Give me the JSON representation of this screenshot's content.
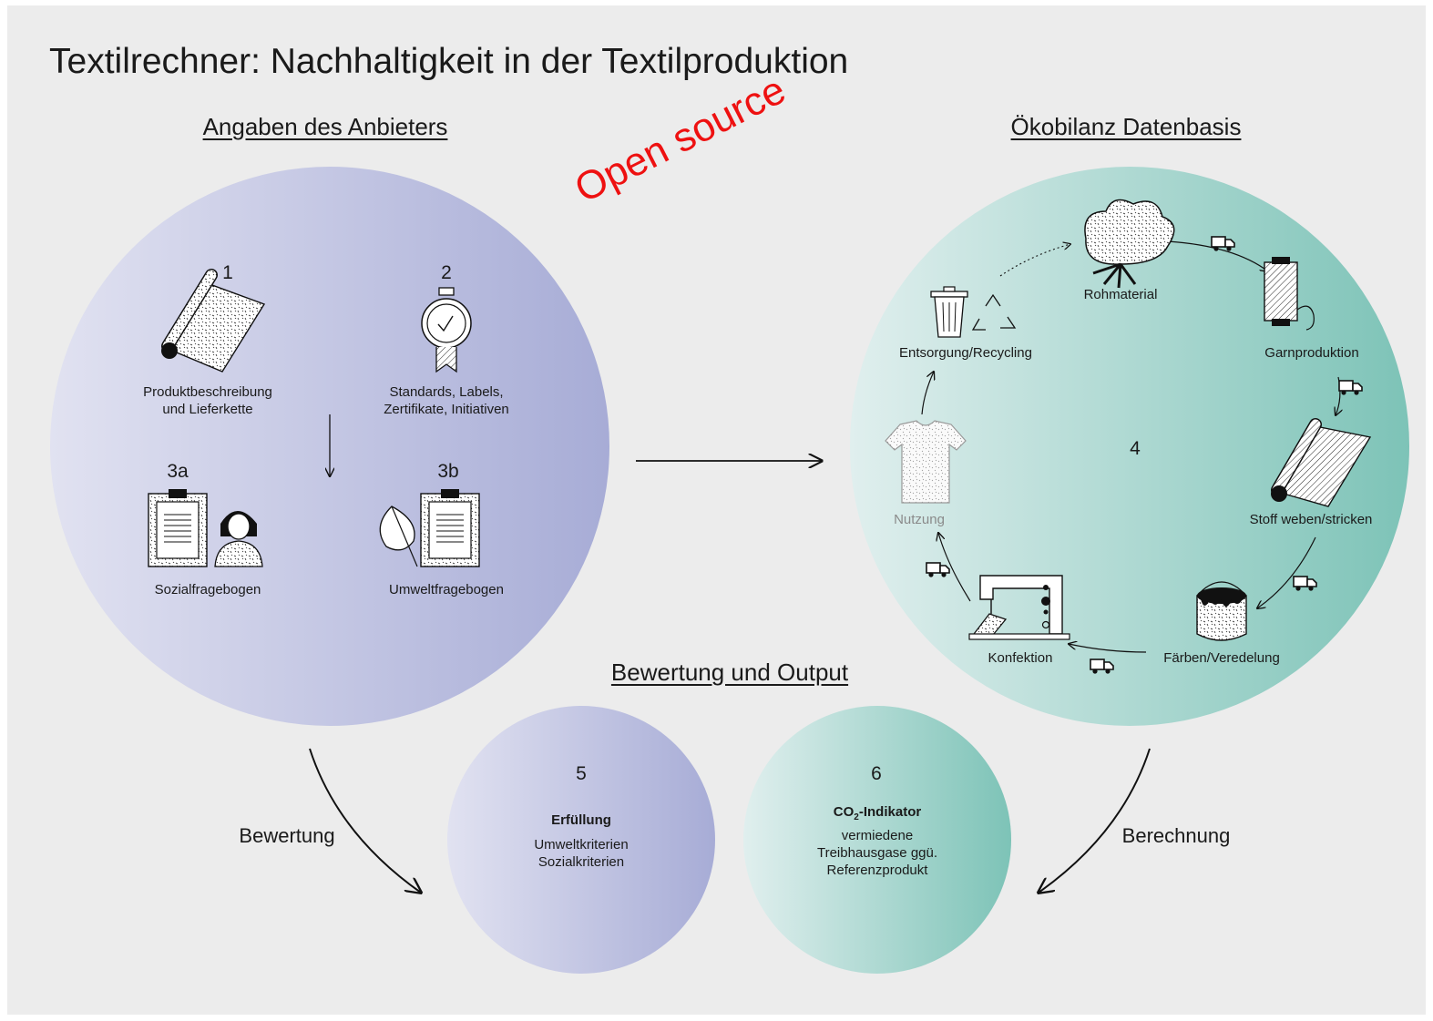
{
  "title": "Textilrechner: Nachhaltigkeit in der Textilproduktion",
  "stamp": "Open source",
  "colors": {
    "panel": "#ececec",
    "lavender": "#a8aed8",
    "teal": "#7ec4b8",
    "stamp": "#ee1111"
  },
  "left": {
    "heading": "Angaben des Anbieters",
    "items": [
      {
        "number": "1",
        "label_line1": "Produktbeschreibung",
        "label_line2": "und Lieferkette",
        "icon": "fabric-roll-icon"
      },
      {
        "number": "2",
        "label_line1": "Standards, Labels,",
        "label_line2": "Zertifikate, Initiativen",
        "icon": "certificate-medal-icon"
      },
      {
        "number": "3a",
        "label": "Sozialfragebogen",
        "icon": "clipboard-person-icon"
      },
      {
        "number": "3b",
        "label": "Umweltfragebogen",
        "icon": "leaf-clipboard-icon"
      }
    ]
  },
  "right": {
    "heading": "Ökobilanz Datenbasis",
    "number": "4",
    "stages": [
      {
        "label": "Rohmaterial",
        "icon": "cotton-icon"
      },
      {
        "label": "Garnproduktion",
        "icon": "yarn-spool-icon"
      },
      {
        "label": "Stoff weben/stricken",
        "icon": "fabric-roll-icon"
      },
      {
        "label": "Färben/Veredelung",
        "icon": "paint-bucket-icon"
      },
      {
        "label": "Konfektion",
        "icon": "sewing-machine-icon"
      },
      {
        "label": "Nutzung",
        "icon": "tshirt-icon"
      },
      {
        "label": "Entsorgung/Recycling",
        "icon": "trash-recycle-icon"
      }
    ]
  },
  "bottom": {
    "heading": "Bewertung und Output",
    "left_arrow_label": "Bewertung",
    "right_arrow_label": "Berechnung",
    "out5": {
      "number": "5",
      "title": "Erfüllung",
      "line1": "Umweltkriterien",
      "line2": "Sozialkriterien"
    },
    "out6": {
      "number": "6",
      "title_prefix": "CO",
      "title_sub": "2",
      "title_suffix": "-Indikator",
      "line1": "vermiedene",
      "line2": "Treibhausgase ggü.",
      "line3": "Referenzprodukt"
    }
  }
}
